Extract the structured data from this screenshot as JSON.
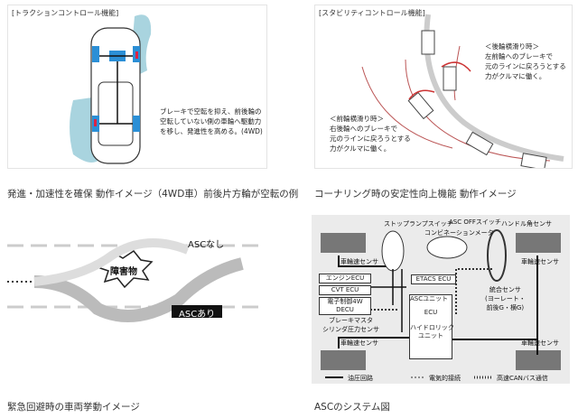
{
  "panels": [
    {
      "tag": "[トラクションコントロール機能]",
      "note": "ブレーキで空転を抑え、前後輪の\n空転していない側の車輪へ駆動力\nを移し、発進性を高める。(4WD)",
      "caption": "発進・加速性を確保 動作イメージ（4WD車）前後片方輪が空転の例"
    },
    {
      "tag": "[スタビリティコントロール機能]",
      "note_rear": "＜後輪横滑り時＞\n左前輪へのブレーキで\n元のラインに戻ろうとする\n力がクルマに働く。",
      "note_front": "＜前輪横滑り時＞\n右後輪へのブレーキで\n元のラインに戻ろうとする\n力がクルマに働く。",
      "caption": "コーナリング時の安定性向上機能 動作イメージ"
    },
    {
      "label_without": "ASCなし",
      "label_obstacle": "障害物",
      "label_with": "ASCあり",
      "caption": "緊急回避時の車両挙動イメージ"
    },
    {
      "caption": "ASCのシステム図",
      "labels": {
        "stop_lamp": "ストップランプスイッチ",
        "asc_off": "ASC OFFスイッチ",
        "steering": "ハンドル角センサ",
        "meter": "コンビネーションメータ",
        "wheel_speed": "車輪速センサ",
        "engine_ecu": "エンジンECU",
        "cvt_ecu": "CVT ECU",
        "ecu4wd": "電子制御4W\nDECU",
        "etacs": "ETACS ECU",
        "combined": "統合センサ\n(ヨーレート・\n前後G・横G)",
        "asc_unit": "ASCユニット",
        "ecu": "ECU",
        "hydraulic": "ハイドロリック\nユニット",
        "brake_master": "ブレーキマスタ\nシリンダ圧力センサ"
      },
      "legend": [
        "油圧回路",
        "電気的接続",
        "高速CANバス通信"
      ]
    }
  ]
}
